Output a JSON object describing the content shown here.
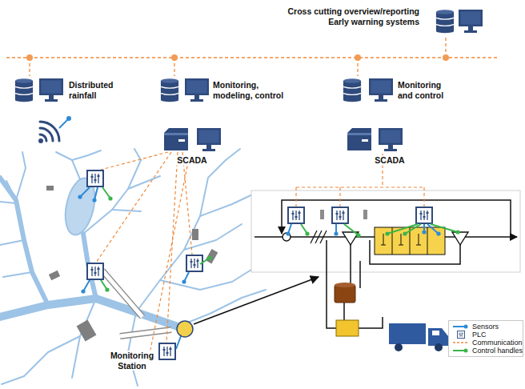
{
  "diagram": {
    "nodes": [
      {
        "text": [
          "Cross cutting overview/reporting Early warning systems"
        ]
      },
      {
        "text": [
          "Distributed rainfall"
        ]
      },
      {
        "text": [
          "Monitoring, modeling, control"
        ]
      },
      {
        "text": [
          "Monitoring and control"
        ]
      },
      {
        "text": [
          "SCADA"
        ]
      },
      {
        "text": [
          "SCADA"
        ]
      },
      {
        "text": [
          "Monitoring Station"
        ]
      }
    ],
    "edges": [
      {
        "from": 4,
        "to": 6,
        "arrow": "none"
      }
    ],
    "legend": [
      {
        "text": "Sensors"
      },
      {
        "text": "PLC"
      },
      {
        "text": "Communication"
      },
      {
        "text": "Control handles"
      }
    ]
  }
}
